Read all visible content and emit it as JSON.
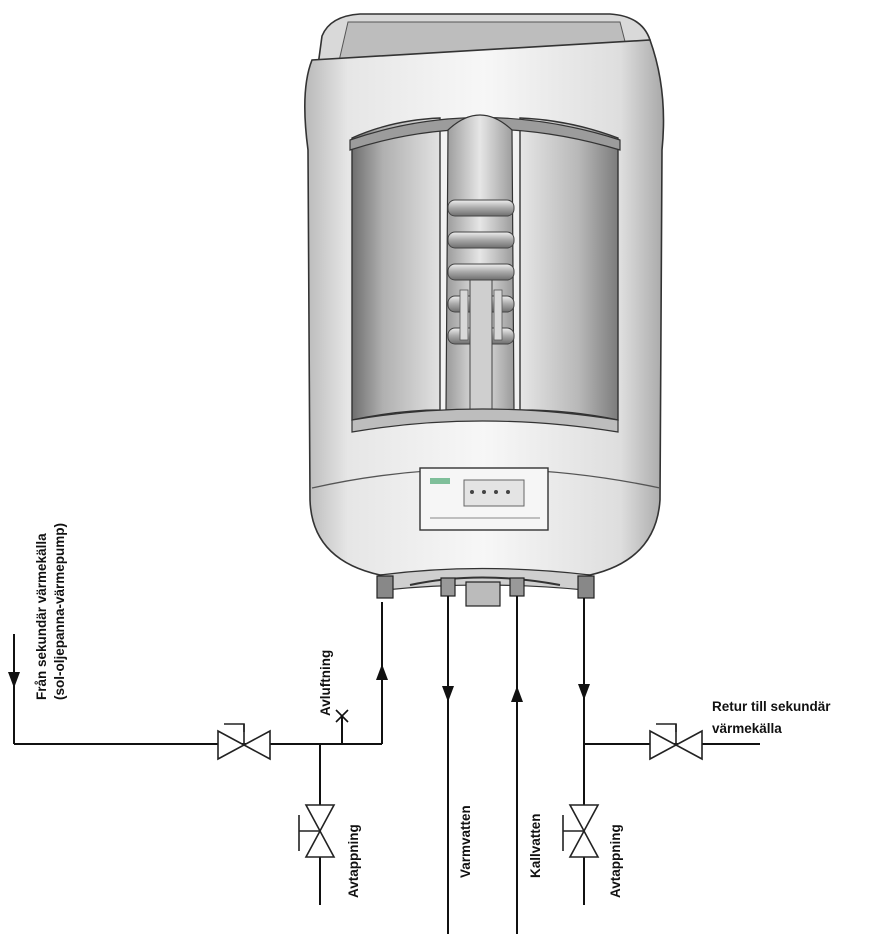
{
  "labels": {
    "source_line1": "Från sekundär värmekälla",
    "source_line2": "(sol-oljepanna-värmepump)",
    "vent": "Avluftning",
    "drain_left": "Avtappning",
    "hot_water": "Varmvatten",
    "cold_water": "Kallvatten",
    "drain_right": "Avtappning",
    "return_line1": "Retur till sekundär",
    "return_line2": "värmekälla"
  }
}
